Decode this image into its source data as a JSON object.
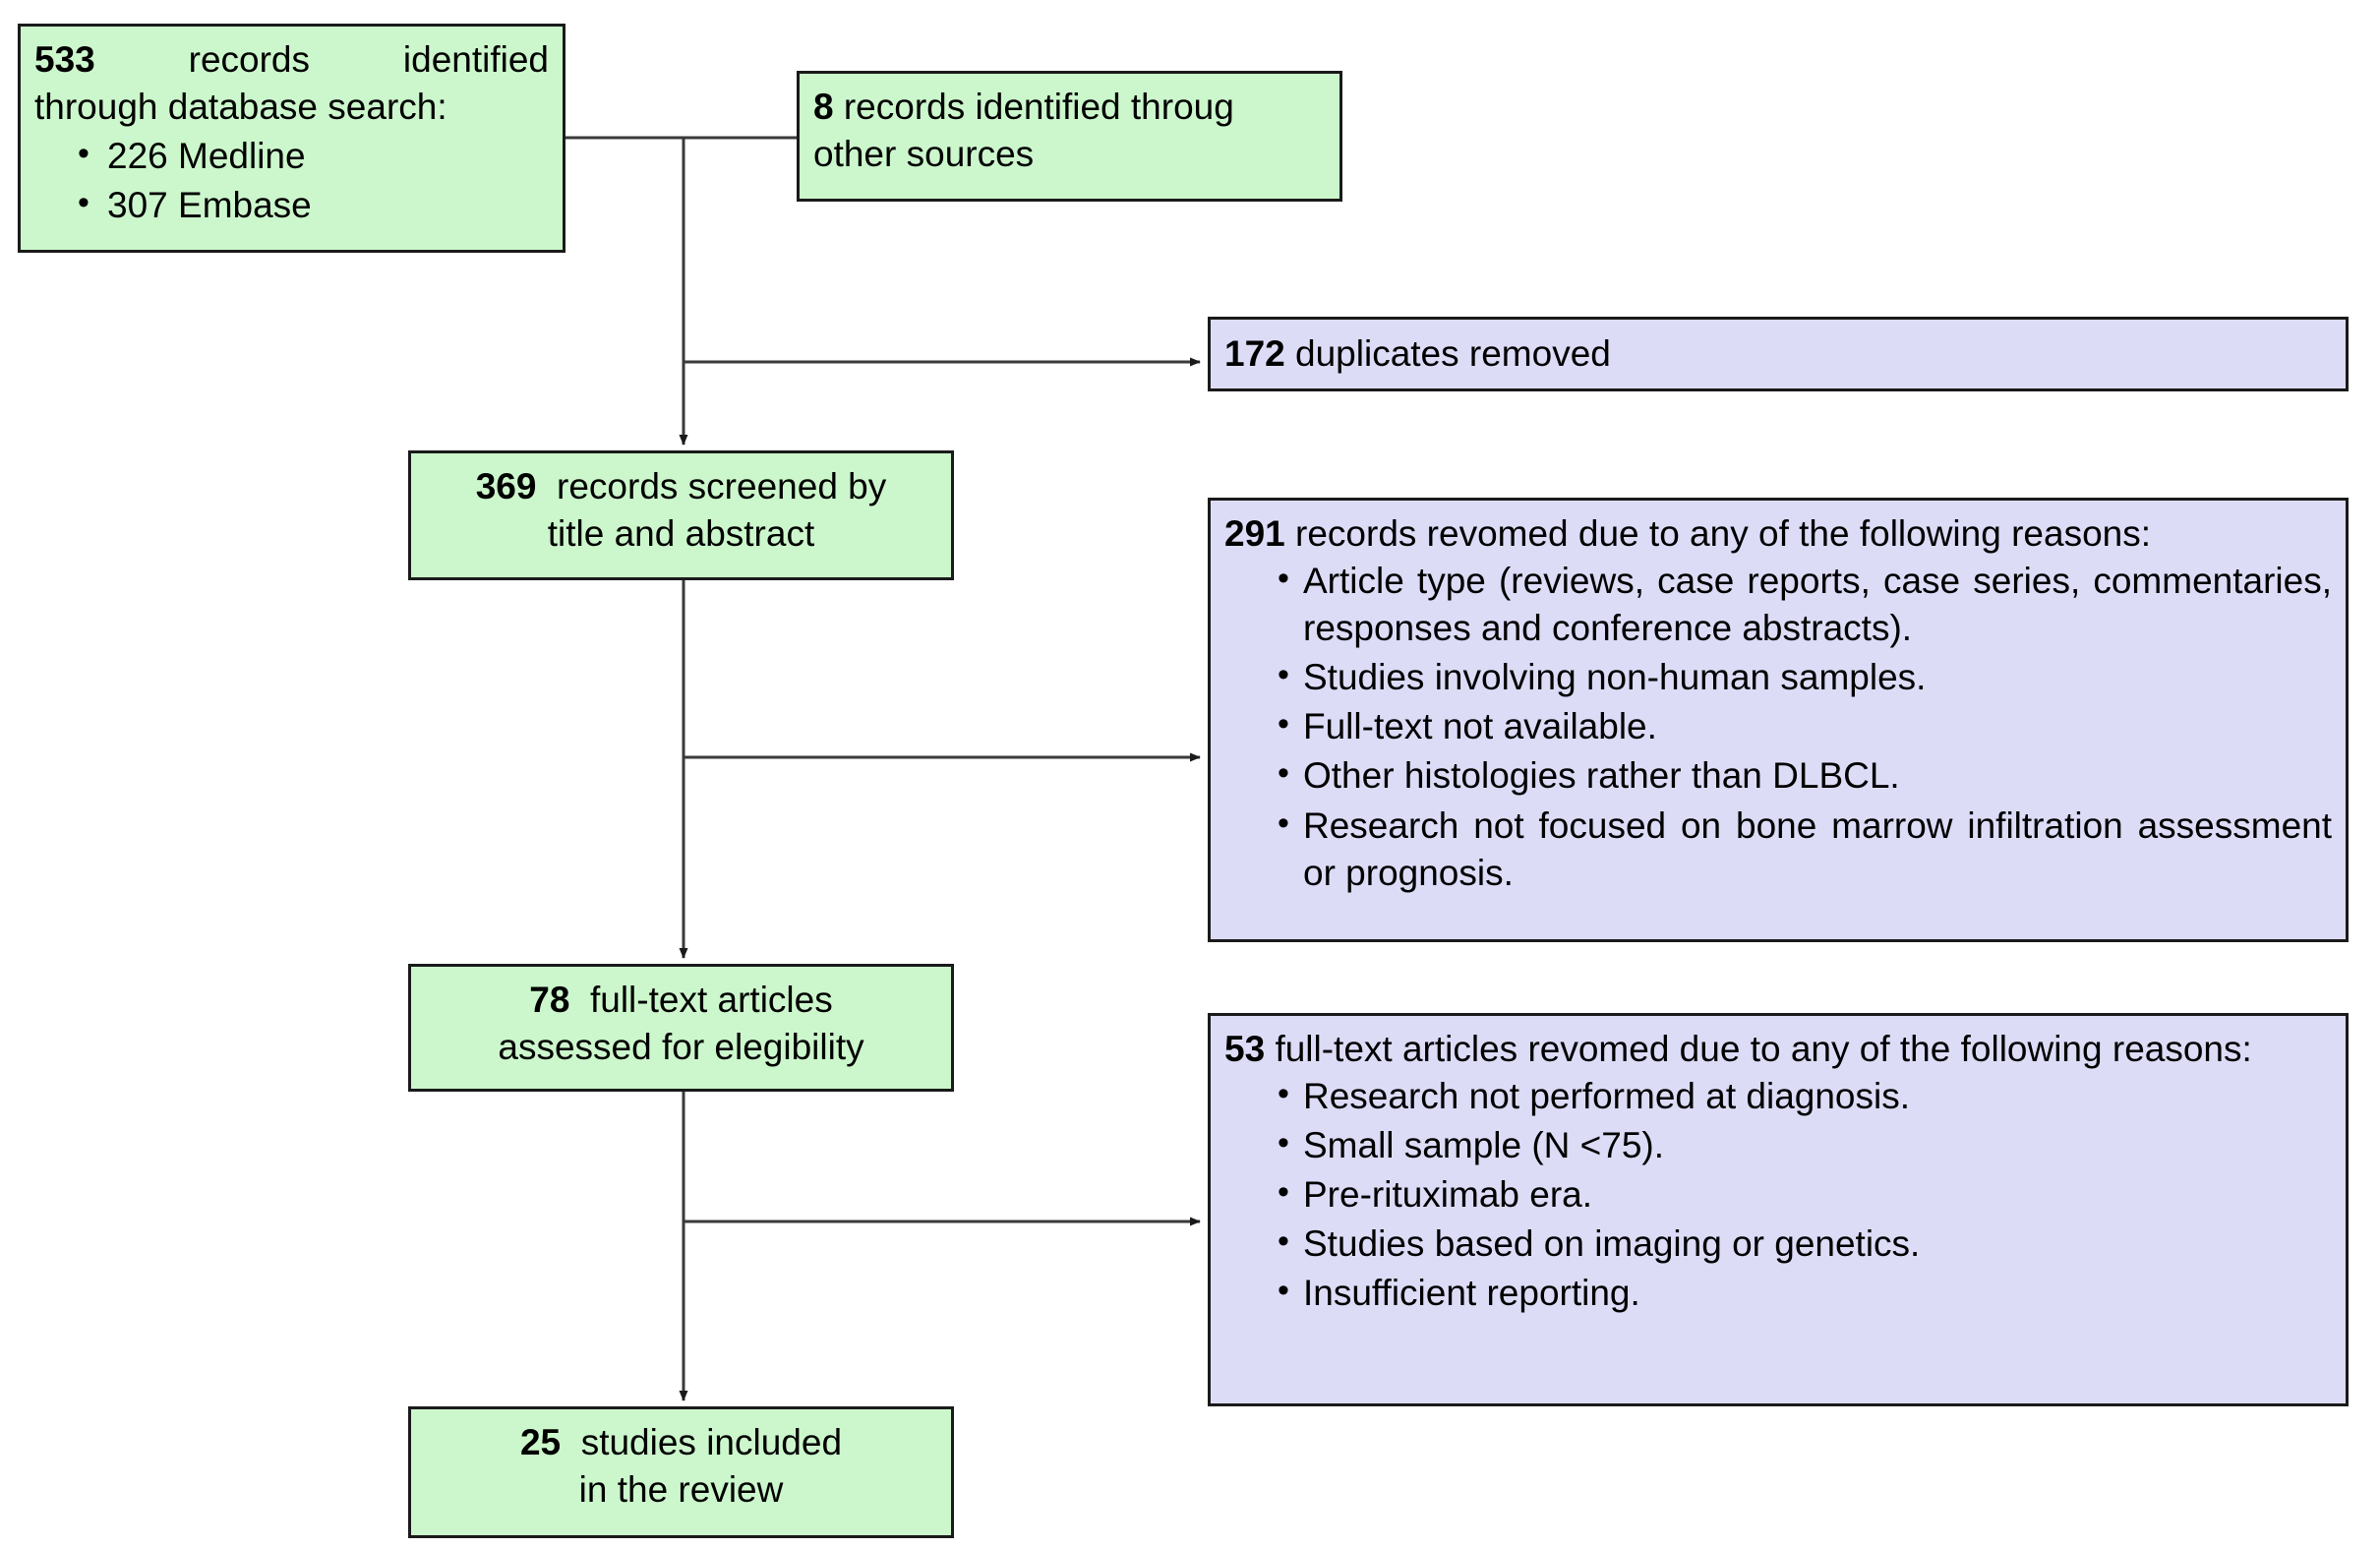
{
  "diagram": {
    "type": "prisma-flow-diagram",
    "colors": {
      "green_fill": "#ccf7cc",
      "purple_fill": "#dcdcf7",
      "border": "#1a1a1a",
      "connector": "#333333",
      "background": "#ffffff"
    },
    "nodes": {
      "identified": {
        "count": "533",
        "line1": "records identified",
        "line2": "through database search:",
        "sources": [
          "226 Medline",
          "307 Embase"
        ]
      },
      "other_sources": {
        "count": "8",
        "text": "records identified throug other sources"
      },
      "duplicates": {
        "count": "172",
        "text": "duplicates removed"
      },
      "screened": {
        "count": "369",
        "line1": "records screened by",
        "line2": "title and abstract"
      },
      "removed_records": {
        "count": "291",
        "lead": "records revomed due to any of the following reasons:",
        "reasons": [
          "Article type (reviews, case reports, case series, commentaries, responses and conference abstracts).",
          "Studies involving non-human samples.",
          "Full-text not available.",
          "Other histologies rather than DLBCL.",
          "Research not focused on bone marrow infiltration assessment or prognosis."
        ]
      },
      "fulltext": {
        "count": "78",
        "line1": "full-text articles",
        "line2": "assessed for elegibility"
      },
      "removed_fulltext": {
        "count": "53",
        "lead": "full-text articles revomed due to any of the following reasons:",
        "reasons": [
          "Research not performed at diagnosis.",
          "Small sample (N <75).",
          "Pre-rituximab era.",
          "Studies based on imaging or genetics.",
          "Insufficient reporting."
        ]
      },
      "included": {
        "count": "25",
        "line1": "studies included",
        "line2": "in the review"
      }
    }
  }
}
